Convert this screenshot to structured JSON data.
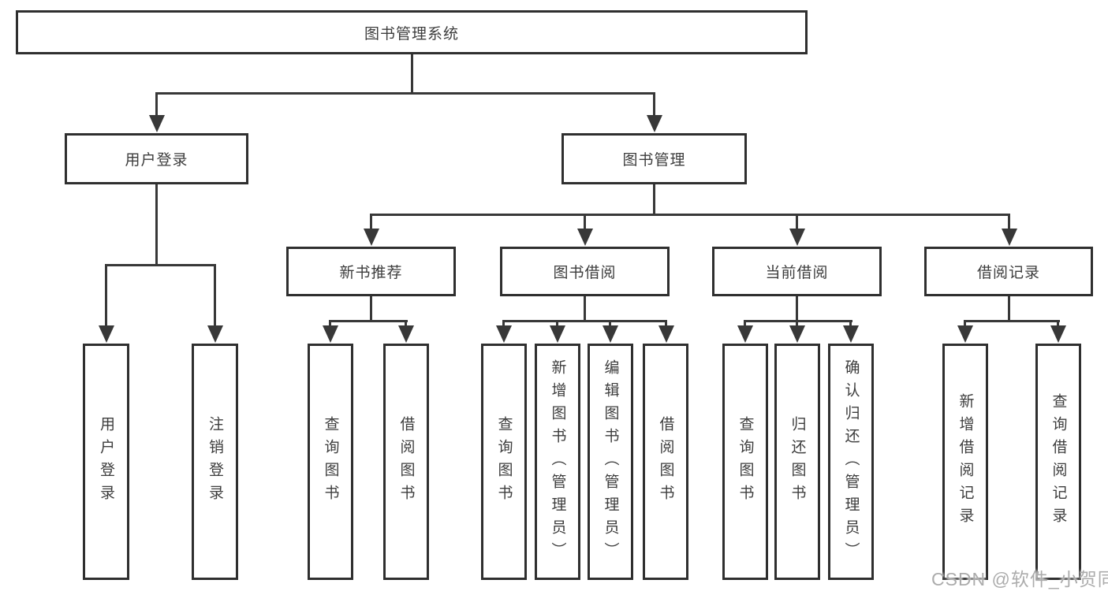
{
  "tree": {
    "root": {
      "label": "图书管理系统",
      "children": [
        {
          "label": "用户登录",
          "children": [
            {
              "label": "用户登录"
            },
            {
              "label": "注销登录"
            }
          ]
        },
        {
          "label": "图书管理",
          "children": [
            {
              "label": "新书推荐",
              "children": [
                {
                  "label": "查询图书"
                },
                {
                  "label": "借阅图书"
                }
              ]
            },
            {
              "label": "图书借阅",
              "children": [
                {
                  "label": "查询图书"
                },
                {
                  "label": "新增图书（管理员）"
                },
                {
                  "label": "编辑图书（管理员）"
                },
                {
                  "label": "借阅图书"
                }
              ]
            },
            {
              "label": "当前借阅",
              "children": [
                {
                  "label": "查询图书"
                },
                {
                  "label": "归还图书"
                },
                {
                  "label": "确认归还（管理员）"
                }
              ]
            },
            {
              "label": "借阅记录",
              "children": [
                {
                  "label": "新增借阅记录"
                },
                {
                  "label": "查询借阅记录"
                }
              ]
            }
          ]
        }
      ]
    }
  },
  "watermark": {
    "text": "CSDN @软件_小贺同学"
  },
  "colors": {
    "line": "#383838",
    "border": "#2f2f2f",
    "text": "#3d3d3d",
    "watermark": "#acacac",
    "background": "#ffffff"
  }
}
